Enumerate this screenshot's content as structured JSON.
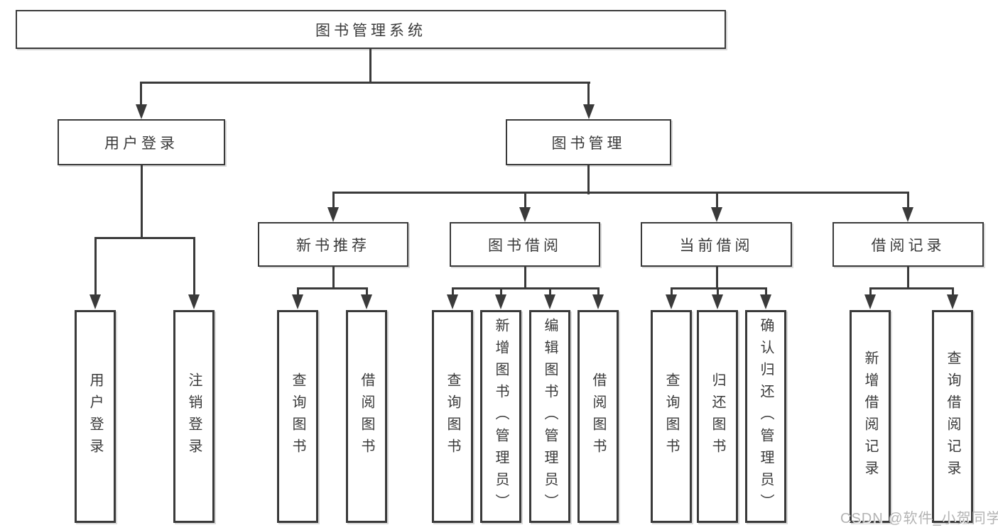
{
  "diagram_title": "图书管理系统",
  "nodes": {
    "root": {
      "label": "图书管理系统"
    },
    "level2": [
      {
        "label": "用户登录"
      },
      {
        "label": "图书管理"
      }
    ],
    "level3": [
      {
        "label": "新书推荐",
        "parent": "图书管理"
      },
      {
        "label": "图书借阅",
        "parent": "图书管理"
      },
      {
        "label": "当前借阅",
        "parent": "图书管理"
      },
      {
        "label": "借阅记录",
        "parent": "图书管理"
      }
    ],
    "leaves": [
      {
        "label": "用户登录",
        "parent": "用户登录"
      },
      {
        "label": "注销登录",
        "parent": "用户登录"
      },
      {
        "label": "查询图书",
        "parent": "新书推荐"
      },
      {
        "label": "借阅图书",
        "parent": "新书推荐"
      },
      {
        "label": "查询图书",
        "parent": "图书借阅"
      },
      {
        "label": "新增图书（管理员）",
        "parent": "图书借阅"
      },
      {
        "label": "编辑图书（管理员）",
        "parent": "图书借阅"
      },
      {
        "label": "借阅图书",
        "parent": "图书借阅"
      },
      {
        "label": "查询图书",
        "parent": "当前借阅"
      },
      {
        "label": "归还图书",
        "parent": "当前借阅"
      },
      {
        "label": "确认归还（管理员）",
        "parent": "当前借阅"
      },
      {
        "label": "新增借阅记录",
        "parent": "借阅记录"
      },
      {
        "label": "查询借阅记录",
        "parent": "借阅记录"
      }
    ]
  },
  "watermark": {
    "text": "CSDN @软件_小贺同学"
  },
  "colors": {
    "line": "#3a3a3a",
    "text": "#3a3a3a",
    "background": "#ffffff",
    "watermark": "#b3b3b3"
  }
}
